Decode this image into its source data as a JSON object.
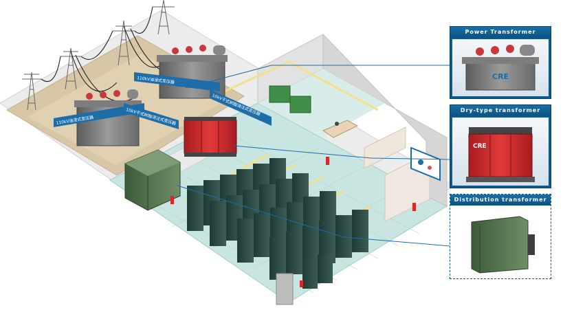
{
  "callouts": {
    "power_transformer": "Power Transformer",
    "dry_type_transformer": "Dry-type transformer",
    "distribution_transformer": "Distribution transformer"
  },
  "signs": {
    "sign_1": "110kV油浸式变压器",
    "sign_2": "110kV油浸式变压器",
    "sign_3": "10kV干式树脂浇注式变压器",
    "sign_4": "10kV干式树脂浇注式变压器"
  },
  "brand": {
    "logo_text": "CRE"
  },
  "colors": {
    "callout_blue": "#0e5a8a",
    "floor_teal": "#c9e5e1",
    "cabinet_dark": "#2e4a44",
    "dry_transformer_red": "#d3252b",
    "distribution_green": "#5a7a55",
    "pad_tan": "#d8c7a6",
    "wall_grey": "#e6e6e6",
    "highlight_yellow": "#f3e08a"
  }
}
